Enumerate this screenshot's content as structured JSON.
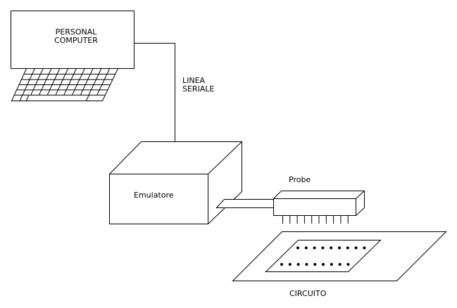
{
  "labels": {
    "pc_line1": "PERSONAL",
    "pc_line2": "COMPUTER",
    "serial_line1": "LINEA",
    "serial_line2": "SERIALE",
    "emulator": "Emulatore",
    "probe": "Probe",
    "circuit": "CIRCUITO"
  },
  "probe_pin_count": 10,
  "circuit_dots_per_row": 9
}
